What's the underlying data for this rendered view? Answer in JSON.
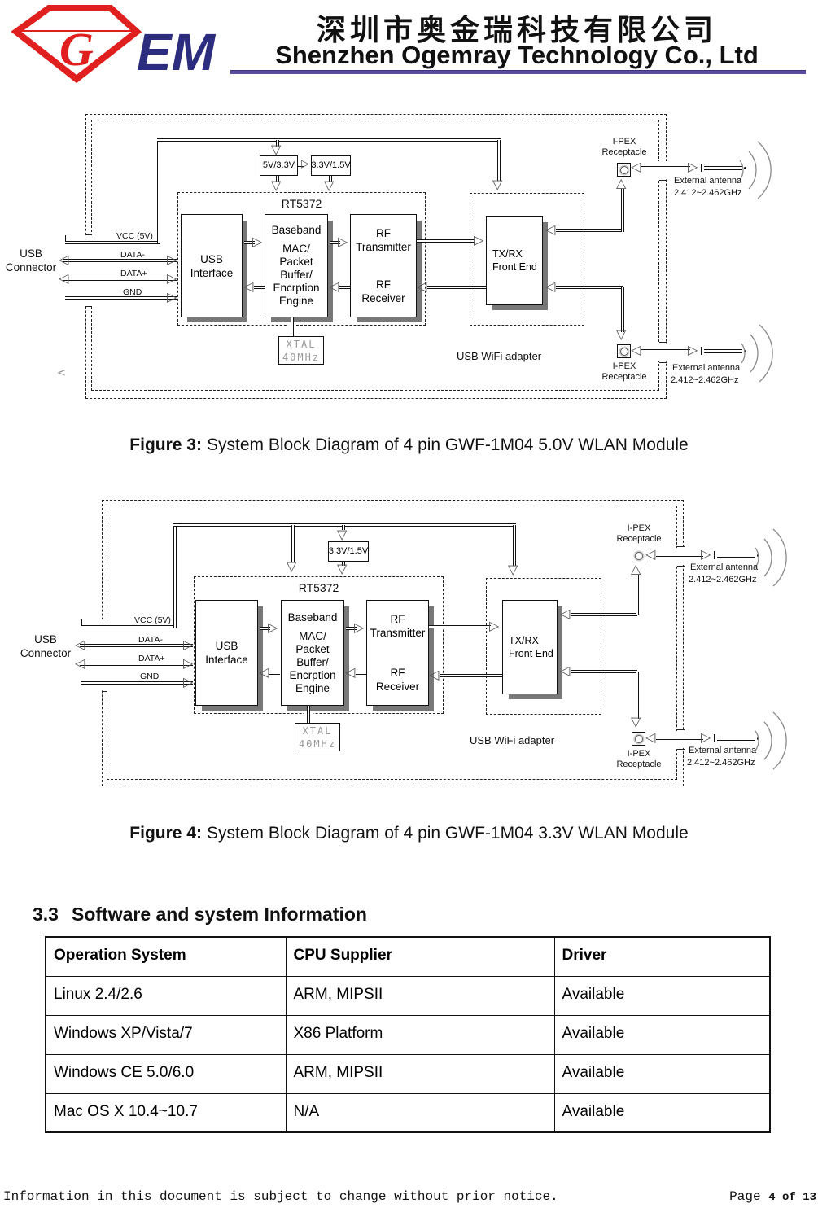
{
  "header": {
    "company_cn": "深圳市奥金瑞科技有限公司",
    "company_en": "Shenzhen Ogemray Technology Co., Ltd",
    "logo_g": "G",
    "logo_em": "EM"
  },
  "colors": {
    "accent_red": "#e01f1f",
    "accent_navy": "#2d2d80",
    "rule_purple": "#5b4d9e"
  },
  "diagram": {
    "usb_connector": [
      "USB",
      "Connector"
    ],
    "vcc": "VCC (5V)",
    "data_minus": "DATA-",
    "data_plus": "DATA+",
    "gnd": "GND",
    "chip": "RT5372",
    "usb_interface": [
      "USB",
      "Interface"
    ],
    "baseband": [
      "Baseband",
      "MAC/",
      "Packet",
      "Buffer/",
      "Encrption",
      "Engine"
    ],
    "rf": [
      "RF",
      "Transmitter",
      "RF",
      "Receiver"
    ],
    "xtal": [
      "XTAL",
      "40MHz"
    ],
    "txrx": [
      "TX/RX",
      "Front End"
    ],
    "ipex": [
      "I-PEX",
      "Receptacle"
    ],
    "antenna": [
      "External antenna",
      "2.412~2.462GHz"
    ],
    "adapter": "USB WiFi adapter"
  },
  "figure3": {
    "caption_label": "Figure 3:",
    "caption_text": "System Block Diagram of 4 pin GWF-1M04 5.0V WLAN Module",
    "regulator1": "5V/3.3V",
    "regulator2": "3.3V/1.5V"
  },
  "figure4": {
    "caption_label": "Figure 4:",
    "caption_text": "System Block Diagram of 4 pin GWF-1M04 3.3V WLAN Module",
    "regulator": "3.3V/1.5V"
  },
  "section": {
    "number": "3.3",
    "title": "Software and system Information"
  },
  "table": {
    "headers": [
      "Operation System",
      "CPU Supplier",
      "Driver"
    ],
    "rows": [
      [
        "Linux 2.4/2.6",
        "ARM, MIPSII",
        "Available"
      ],
      [
        "Windows XP/Vista/7",
        "X86 Platform",
        "Available"
      ],
      [
        "Windows CE 5.0/6.0",
        "ARM, MIPSII",
        "Available"
      ],
      [
        "Mac OS X 10.4~10.7",
        "N/A",
        "Available"
      ]
    ]
  },
  "footer": {
    "notice": "Information in this document is subject to change without prior notice.",
    "page_label": "Page",
    "page_value": "4 of 13"
  }
}
